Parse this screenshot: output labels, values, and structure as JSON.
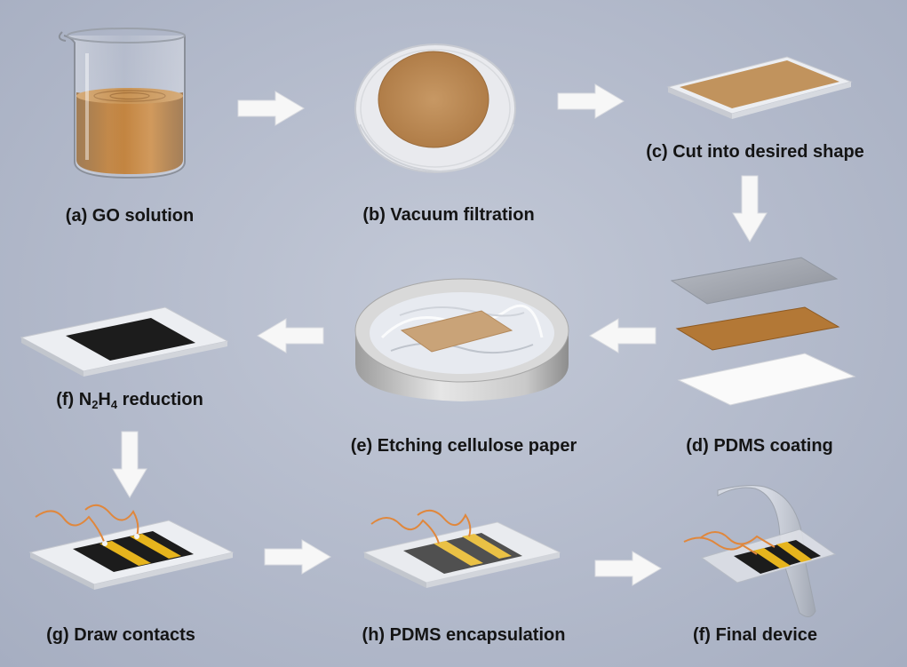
{
  "steps": {
    "a": {
      "label": "(a) GO solution"
    },
    "b": {
      "label": "(b) Vacuum filtration"
    },
    "c": {
      "label": "(c) Cut into desired shape"
    },
    "d": {
      "label": "(d) PDMS coating"
    },
    "e": {
      "label": "(e) Etching cellulose paper"
    },
    "f1": {
      "prefix": "(f) N",
      "sub1": "2",
      "mid": "H",
      "sub2": "4",
      "suffix": " reduction"
    },
    "g": {
      "label": "(g) Draw contacts"
    },
    "h": {
      "label": "(h) PDMS encapsulation"
    },
    "f2": {
      "label": "(f) Final device"
    }
  },
  "colors": {
    "background": "#b6bdcd",
    "go_brown": "#b87a34",
    "reduced_film": "#1c1c1c",
    "contact_gold": "#e6b41d",
    "copper_wire": "#e0873c",
    "arrow_fill": "#f7f7f7"
  }
}
